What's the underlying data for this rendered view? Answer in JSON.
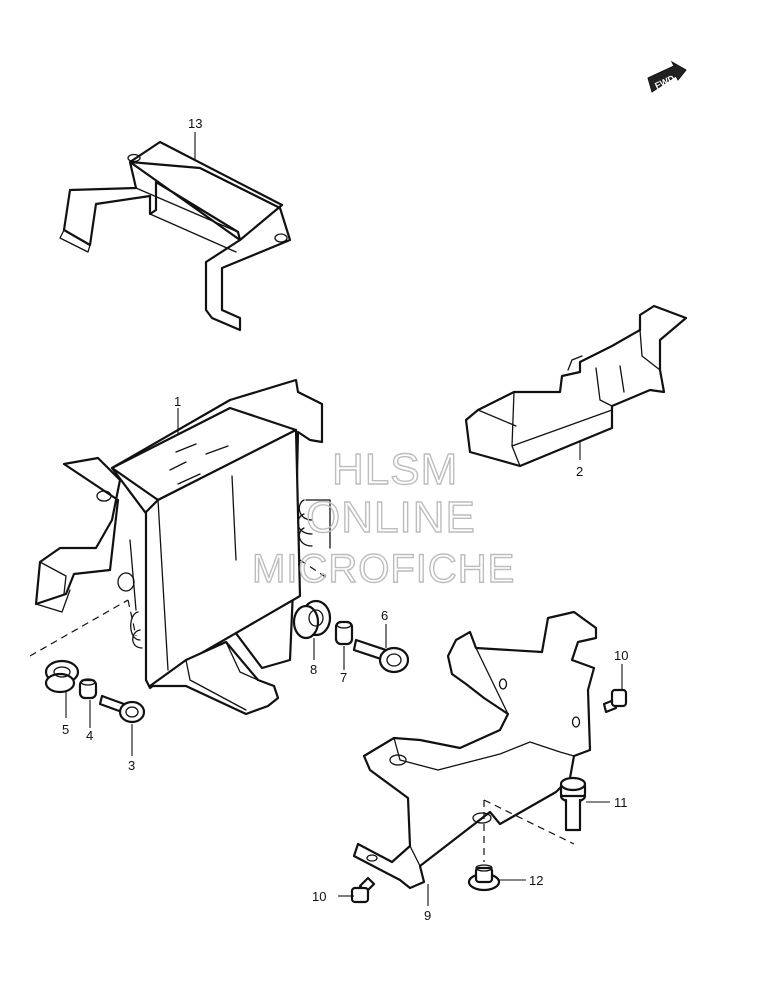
{
  "watermark": {
    "line1": "HLSM",
    "line2": "ONLINE",
    "line3": "MICROFICHE"
  },
  "fwd_label": "FWD",
  "callouts": {
    "c1": "1",
    "c2": "2",
    "c3": "3",
    "c4": "4",
    "c5": "5",
    "c6": "6",
    "c7": "7",
    "c8": "8",
    "c9": "9",
    "c10a": "10",
    "c10b": "10",
    "c11": "11",
    "c12": "12",
    "c13": "13"
  }
}
